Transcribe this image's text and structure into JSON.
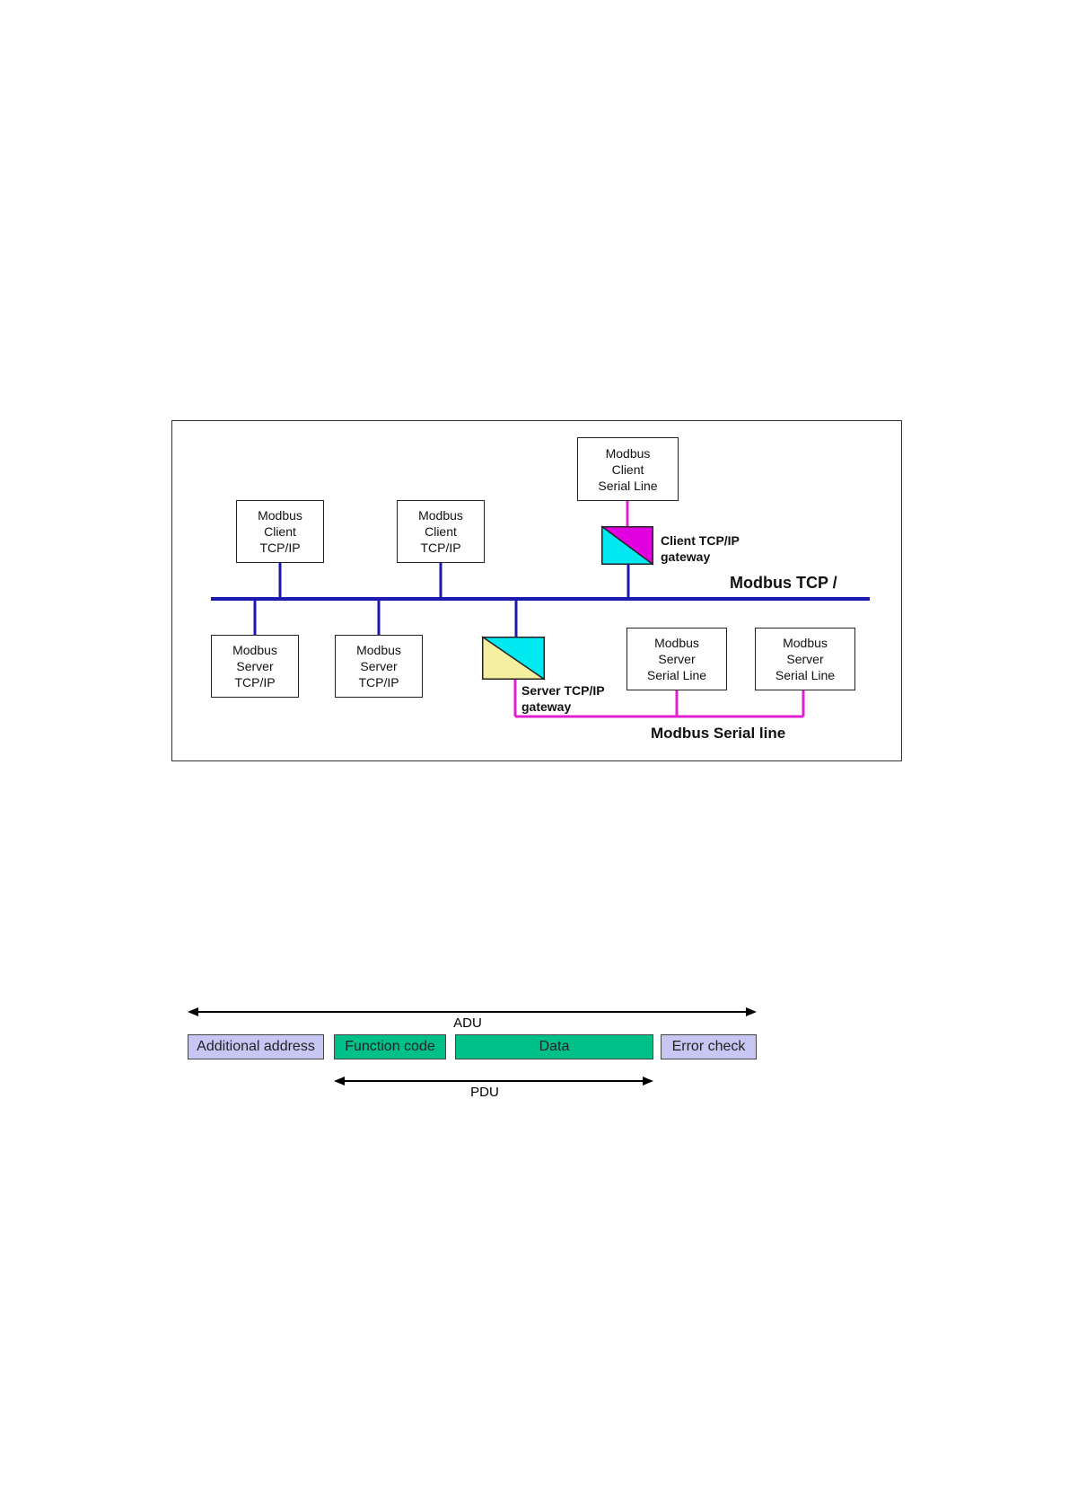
{
  "network": {
    "client_tcp_1": {
      "line1": "Modbus",
      "line2": "Client",
      "line3": "TCP/IP"
    },
    "client_tcp_2": {
      "line1": "Modbus",
      "line2": "Client",
      "line3": "TCP/IP"
    },
    "client_serial": {
      "line1": "Modbus",
      "line2": "Client",
      "line3": "Serial Line"
    },
    "server_tcp_1": {
      "line1": "Modbus",
      "line2": "Server",
      "line3": "TCP/IP"
    },
    "server_tcp_2": {
      "line1": "Modbus",
      "line2": "Server",
      "line3": "TCP/IP"
    },
    "server_serial_1": {
      "line1": "Modbus",
      "line2": "Server",
      "line3": "Serial Line"
    },
    "server_serial_2": {
      "line1": "Modbus",
      "line2": "Server",
      "line3": "Serial Line"
    },
    "client_gateway": {
      "line1": "Client TCP/IP",
      "line2": "gateway"
    },
    "server_gateway": {
      "line1": "Server TCP/IP",
      "line2": "gateway"
    },
    "tcp_bus_label": "Modbus TCP /",
    "serial_bus_label": "Modbus Serial line"
  },
  "frame": {
    "adu_label": "ADU",
    "pdu_label": "PDU",
    "fields": {
      "additional_address": "Additional address",
      "function_code": "Function code",
      "data": "Data",
      "error_check": "Error check"
    }
  },
  "colors": {
    "tcp_bus": "#1a1ab0",
    "serial_bus": "#e020d0",
    "gateway_magenta": "#e000e0",
    "gateway_cyan": "#00e8f0",
    "gateway_yellow": "#f5f0a0",
    "field_lavender": "#c8c6f2",
    "field_green": "#00c08a"
  }
}
